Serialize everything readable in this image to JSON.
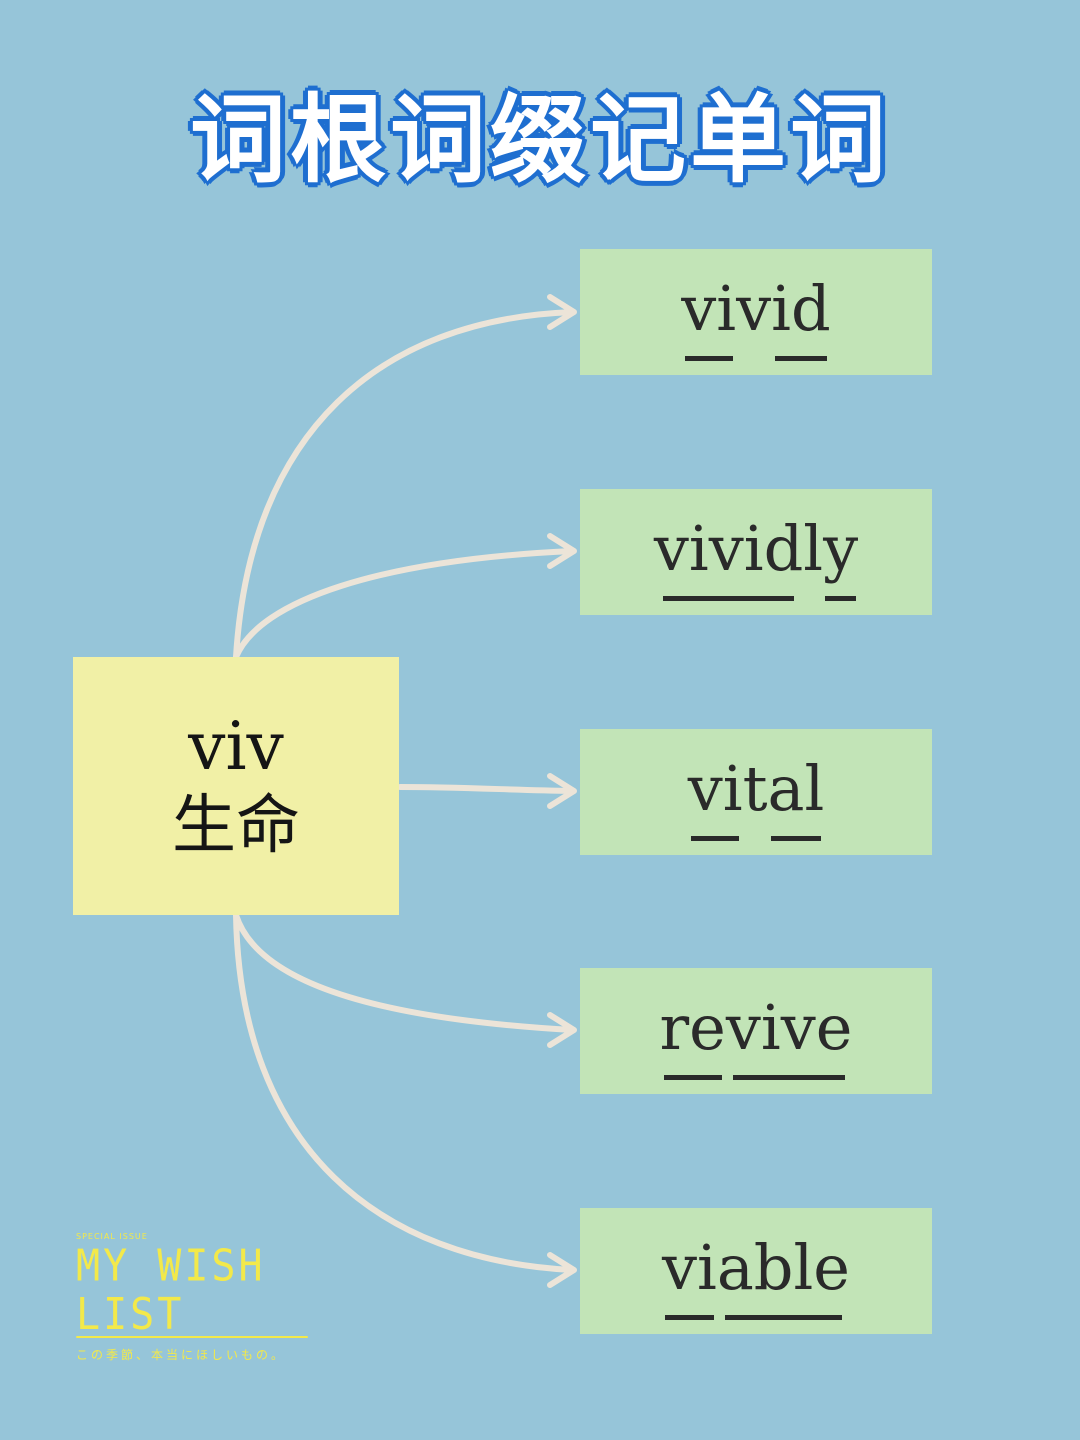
{
  "title": "词根词缀记单词",
  "root": {
    "latin": "viv",
    "meaning": "生命"
  },
  "words": [
    {
      "segments": [
        {
          "text": "vi",
          "hl": true
        },
        {
          "text": "v",
          "hl": false
        },
        {
          "text": "id",
          "hl": true
        }
      ]
    },
    {
      "segments": [
        {
          "text": "vivid",
          "hl": true
        },
        {
          "text": "l",
          "hl": false
        },
        {
          "text": "y",
          "hl": true
        }
      ]
    },
    {
      "segments": [
        {
          "text": "vi",
          "hl": true
        },
        {
          "text": "t",
          "hl": false
        },
        {
          "text": "al",
          "hl": true
        }
      ]
    },
    {
      "segments": [
        {
          "text": "re",
          "hl": true
        },
        {
          "text": "vive",
          "hl": true
        }
      ]
    },
    {
      "segments": [
        {
          "text": "vi",
          "hl": true
        },
        {
          "text": "able",
          "hl": true
        }
      ]
    }
  ],
  "logo": {
    "small": "SPECIAL ISSUE",
    "main": "MY WISH LIST",
    "sub": "この季節、本当にほしいもの。"
  },
  "colors": {
    "background": "#96c5d9",
    "title_outline": "#1f6fd0",
    "root_box": "#f1f0a6",
    "word_box": "#c2e4b7",
    "arrow": "#ece4d8",
    "logo": "#f3e94a"
  }
}
